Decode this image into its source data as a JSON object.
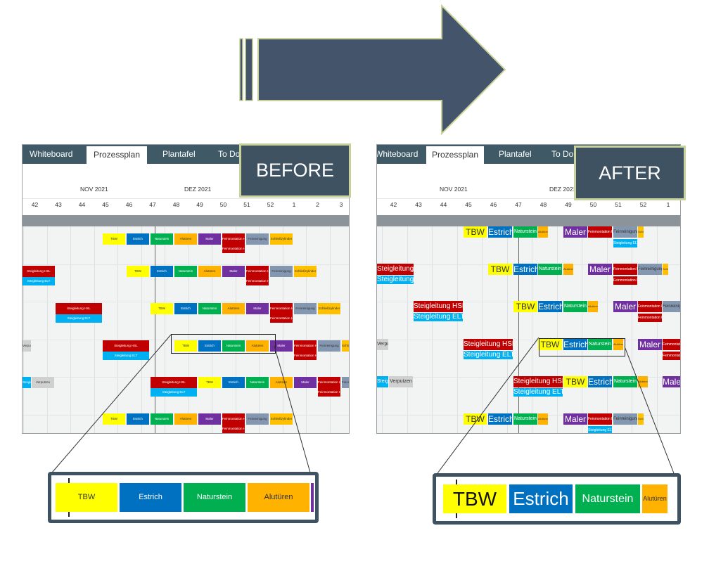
{
  "tabs": {
    "before": [
      "Whiteboard",
      "Prozessplan",
      "Plantafel",
      "To Do"
    ],
    "after": [
      "Whiteboard",
      "Prozessplan",
      "Plantafel",
      "To Do"
    ]
  },
  "labels": {
    "before": "BEFORE",
    "after": "AFTER"
  },
  "months": {
    "nov": "NOV 2021",
    "dez": "DEZ 2021"
  },
  "weeks_before": [
    "42",
    "43",
    "44",
    "45",
    "46",
    "47",
    "48",
    "49",
    "50",
    "51",
    "52",
    "1",
    "2",
    "3"
  ],
  "weeks_after": [
    "42",
    "43",
    "44",
    "45",
    "46",
    "47",
    "48",
    "49",
    "50",
    "51",
    "52",
    "1"
  ],
  "tasks": {
    "tbw": "TBW",
    "estrich": "Estrich",
    "naturstein": "Naturstein",
    "alutueren": "Alutüren",
    "maler": "Maler",
    "feinmontation": "Feinmontation HLS",
    "feinreinigung": "Feinreinigung",
    "schliesszylinder": "Schließzylinder",
    "steigleitung_hsl": "Steigleitung HSL",
    "steigleitung_elt": "Steigleitung ELT",
    "verputzen": "Verputzen"
  },
  "colors": {
    "tbw": "#ffff00",
    "estrich": "#0070c0",
    "naturstein": "#00b050",
    "alutueren": "#ffb300",
    "maler": "#7030a0",
    "feinmontation": "#c00000",
    "feinreinigung": "#8497b0",
    "schliesszylinder": "#ffc000",
    "steigleitung_hsl": "#c00000",
    "steigleitung_elt": "#00b0f0",
    "verputzen": "#d0d0d0",
    "tab_bar": "#3f5a66",
    "label_box": "#3f5262",
    "label_border": "#c7d39a"
  }
}
